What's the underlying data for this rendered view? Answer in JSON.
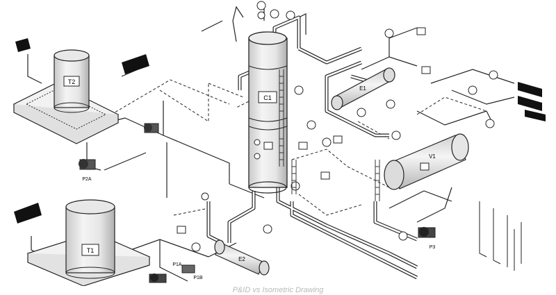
{
  "caption": "P&ID vs Isometric Drawing",
  "equipment": {
    "t1": "T1",
    "t2": "T2",
    "c1": "C1",
    "e1": "E1",
    "e2": "E2",
    "v1": "V1",
    "p1a": "P1A",
    "p1b": "P1B",
    "p2a": "P2A",
    "p3": "P3"
  }
}
